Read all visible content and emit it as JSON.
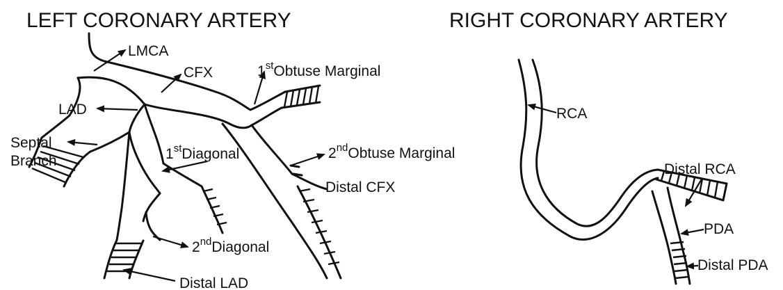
{
  "titles": {
    "left": "LEFT CORONARY ARTERY",
    "right": "RIGHT CORONARY ARTERY"
  },
  "labels": {
    "lmca": "LMCA",
    "cfx": "CFX",
    "om1_sup": "1",
    "om1_sup_ord": "st",
    "om1_text": "Obtuse Marginal",
    "lad": "LAD",
    "septal_line1": "Septal",
    "septal_line2": "Branch",
    "diag1_sup": "1",
    "diag1_sup_ord": "st",
    "diag1_text": "Diagonal",
    "om2_sup": "2",
    "om2_sup_ord": "nd",
    "om2_text": "Obtuse Marginal",
    "distal_cfx": "Distal CFX",
    "diag2_sup": "2",
    "diag2_sup_ord": "nd",
    "diag2_text": "Diagonal",
    "distal_lad": "Distal LAD",
    "rca": "RCA",
    "distal_rca": "Distal RCA",
    "pda": "PDA",
    "distal_pda": "Distal PDA"
  }
}
